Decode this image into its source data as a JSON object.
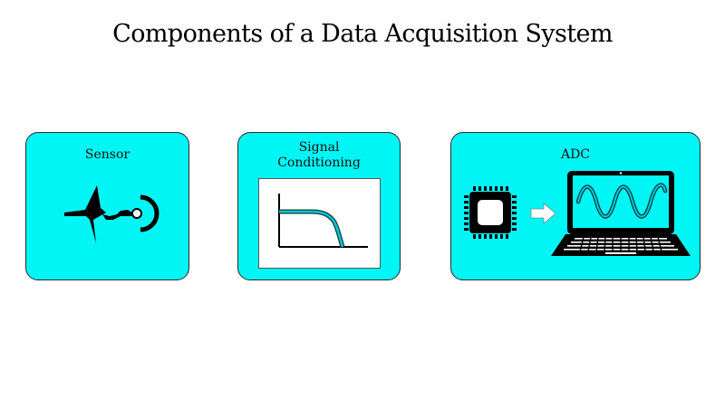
{
  "title": "Components of a Data Acquisition System",
  "components": {
    "sensor": {
      "label": "Sensor",
      "icon": "sensor-icon"
    },
    "signal_conditioning": {
      "label_line1": "Signal",
      "label_line2": "Conditioning",
      "icon": "low-pass-filter-graph-icon"
    },
    "adc": {
      "label": "ADC",
      "icons": [
        "chip-icon",
        "arrow-right-icon",
        "laptop-waveform-icon"
      ]
    }
  },
  "colors": {
    "box_fill": "#00f5f5",
    "curve": "#00c8d4",
    "arrow_fill": "#ffffff"
  }
}
